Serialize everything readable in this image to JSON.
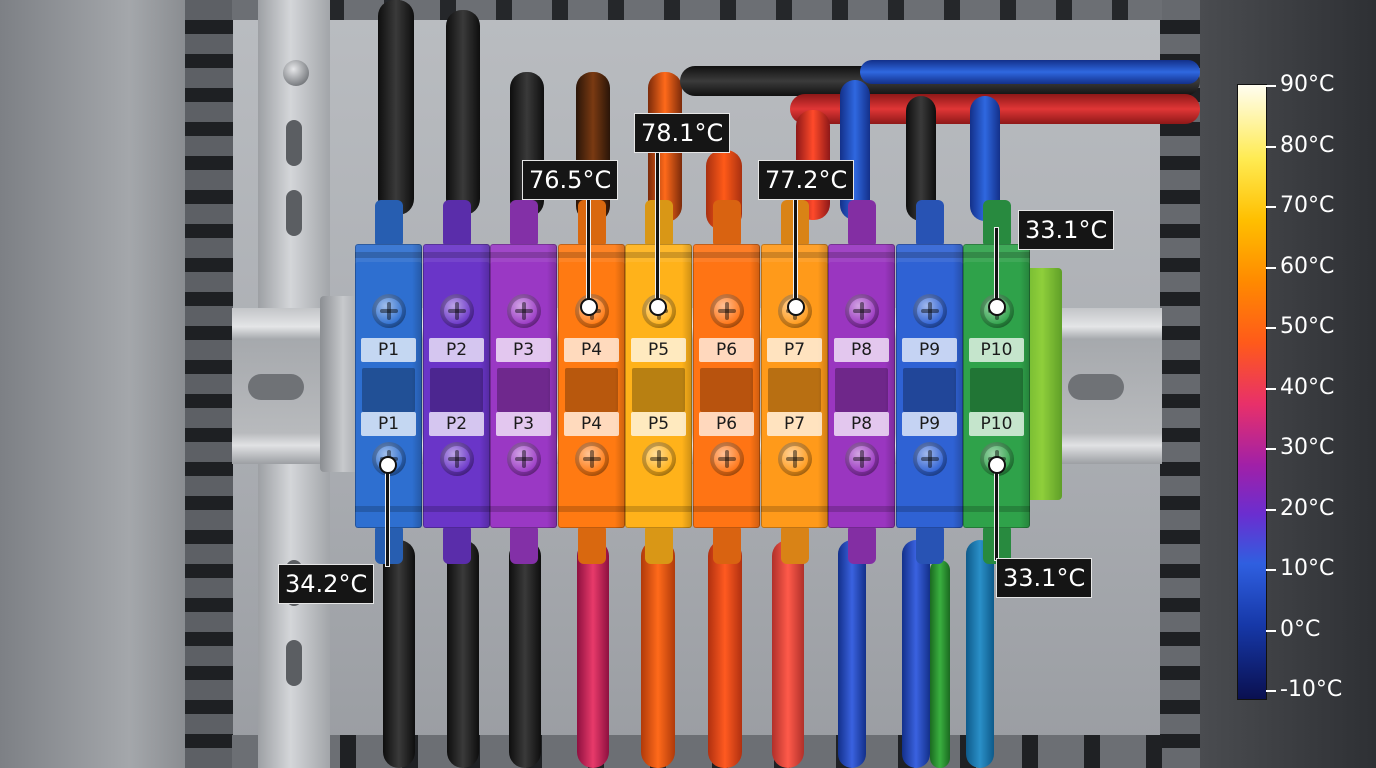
{
  "terminals": [
    {
      "label": "P1",
      "color": "#2e6fd0",
      "top_label": "P1",
      "bottom_label": "P1"
    },
    {
      "label": "P2",
      "color": "#6a35c8",
      "top_label": "P2",
      "bottom_label": "P2"
    },
    {
      "label": "P3",
      "color": "#9a38c4",
      "top_label": "P3",
      "bottom_label": "P3"
    },
    {
      "label": "P4",
      "color": "#ff7a12",
      "top_label": "P4",
      "bottom_label": "P4"
    },
    {
      "label": "P5",
      "color": "#ffb21a",
      "top_label": "P5",
      "bottom_label": "P5"
    },
    {
      "label": "P6",
      "color": "#ff7414",
      "top_label": "P6",
      "bottom_label": "P6"
    },
    {
      "label": "P7",
      "color": "#ff9a1a",
      "top_label": "P7",
      "bottom_label": "P7"
    },
    {
      "label": "P8",
      "color": "#9a36c0",
      "top_label": "P8",
      "bottom_label": "P8"
    },
    {
      "label": "P9",
      "color": "#2f62d4",
      "top_label": "P9",
      "bottom_label": "P9"
    },
    {
      "label": "P10",
      "color": "#2fa24a",
      "top_label": "P10",
      "bottom_label": "P10"
    }
  ],
  "callouts": {
    "p1_bottom": "34.2°C",
    "p4_top": "76.5°C",
    "p5_top": "78.1°C",
    "p7_top": "77.2°C",
    "p10_top": "33.1°C",
    "p10_bottom": "33.1°C"
  },
  "legend": {
    "labels": [
      "90°C",
      "80°C",
      "70°C",
      "60°C",
      "50°C",
      "40°C",
      "30°C",
      "20°C",
      "10°C",
      "0°C",
      "-10°C"
    ]
  }
}
